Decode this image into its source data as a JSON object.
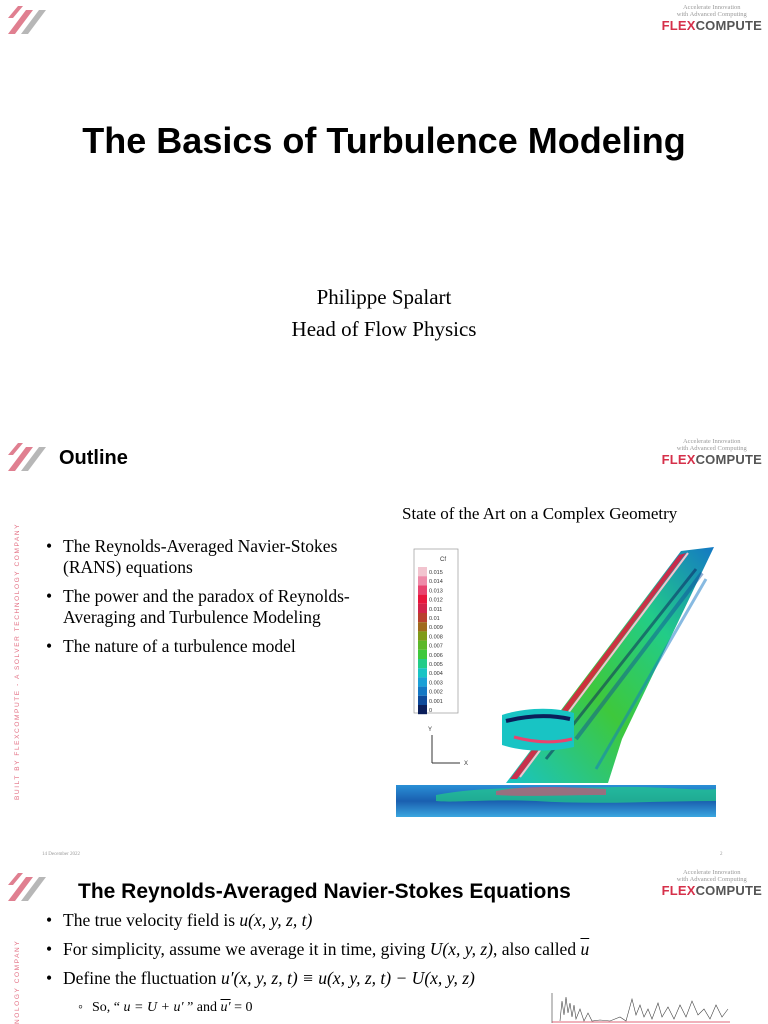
{
  "brand": {
    "tagline_line1": "Accelerate Innovation",
    "tagline_line2": "with Advanced Computing",
    "name_part1": "FLEX",
    "name_part2": "COMPUTE",
    "accent_color": "#d6304a"
  },
  "slide1": {
    "title": "The Basics of Turbulence Modeling",
    "author": "Philippe Spalart",
    "role": "Head of Flow Physics"
  },
  "slide2": {
    "heading": "Outline",
    "side_text": "BUILT BY FLEXCOMPUTE - A SOLVER TECHNOLOGY COMPANY",
    "bullets": [
      "The Reynolds-Averaged Navier-Stokes (RANS) equations",
      "The power and the paradox of Reynolds-Averaging and Turbulence Modeling",
      "The nature of a turbulence model"
    ],
    "figure_caption": "State of the Art on a Complex Geometry",
    "legend": {
      "title": "Cf",
      "values": [
        "0.015",
        "0.014",
        "0.013",
        "0.012",
        "0.011",
        "0.01",
        "0.009",
        "0.008",
        "0.007",
        "0.006",
        "0.005",
        "0.004",
        "0.003",
        "0.002",
        "0.001",
        "0"
      ],
      "colors": [
        "#f2c4cf",
        "#ee8aa8",
        "#e8436e",
        "#e8163c",
        "#d2244a",
        "#b9402e",
        "#a06a1c",
        "#7f9a18",
        "#5cb82a",
        "#3ec83c",
        "#22cc88",
        "#18c4c4",
        "#1aa0d6",
        "#1478c4",
        "#0e4a9a",
        "#0a1e5a"
      ]
    },
    "axis_y": "Y",
    "axis_x": "X",
    "footer_date": "14 December 2022",
    "footer_page": "2"
  },
  "slide3": {
    "heading": "The Reynolds-Averaged Navier-Stokes Equations",
    "side_text": "NOLOGY COMPANY",
    "b1_text": "The true velocity field is ",
    "b1_math": "u(x, y, z, t)",
    "b2_text_a": "For simplicity, assume we average it in time, giving ",
    "b2_math": "U(x, y, z)",
    "b2_text_b": ", also called ",
    "b2_ubar": "u",
    "b3_text": "Define the fluctuation ",
    "b3_math": "u′(x, y, z, t) ≡ u(x, y, z, t) − U(x, y, z)",
    "sub_text_a": "So, “ ",
    "sub_math": "u = U + u′",
    "sub_text_b": " ” and ",
    "sub_ubar_prime": "u′",
    "sub_text_c": " = 0"
  }
}
